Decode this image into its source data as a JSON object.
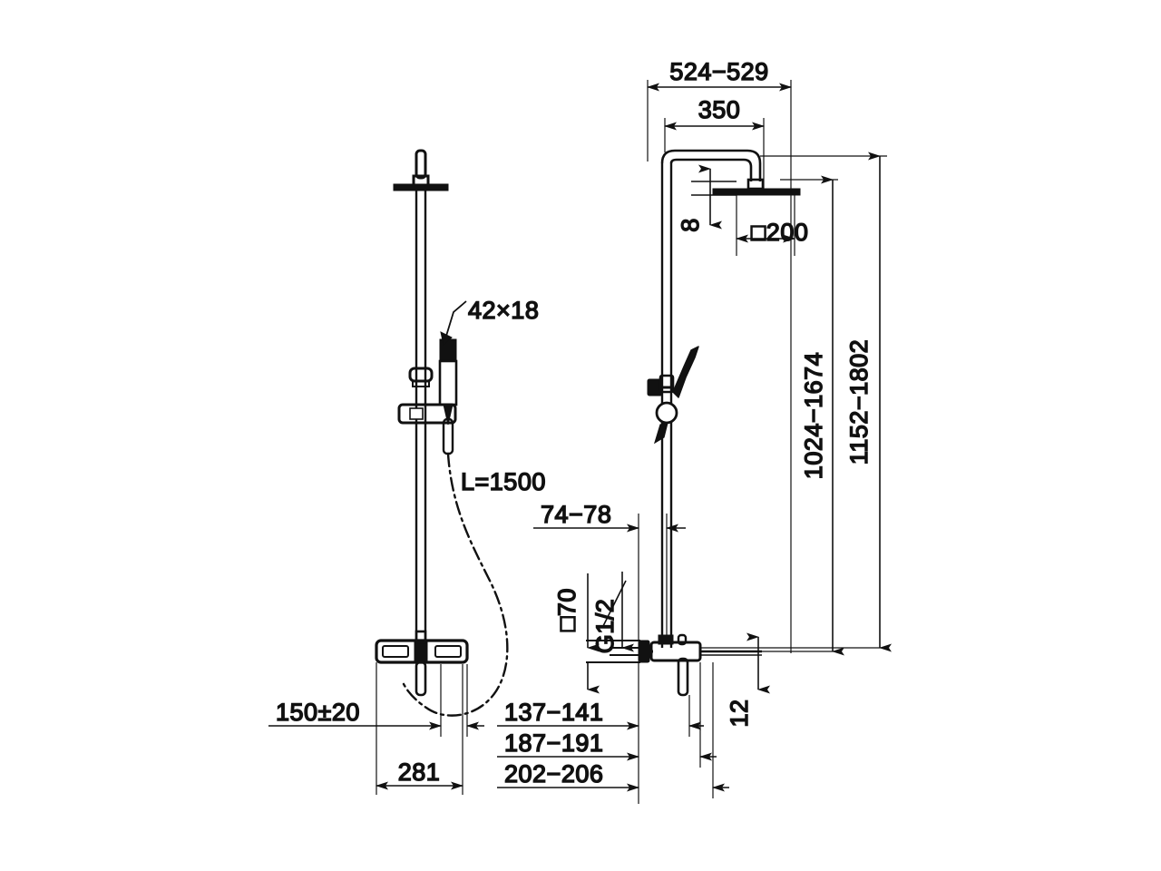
{
  "drawing": {
    "type": "technical-dimension-drawing",
    "subject": "Thermostatic shower column with overhead shower and hand shower",
    "views": [
      {
        "name": "front-elevation",
        "position": "left"
      },
      {
        "name": "side-elevation",
        "position": "right"
      }
    ],
    "background_color": "#ffffff",
    "line_color": "#111111"
  },
  "dimensions": {
    "overall_projection": "524−529",
    "arm_length": "350",
    "head_thickness": "8",
    "head_size": "□200",
    "riser_range_inner": "1024−1674",
    "riser_range_outer": "1152−1802",
    "hand_shower_size": "42×18",
    "hose_length": "L=1500",
    "inlet_centre": "74−78",
    "escutcheon_size": "□70",
    "thread": "G1/2",
    "mount_height": "150±20",
    "valve_width": "281",
    "depth_a": "137−141",
    "depth_b": "187−191",
    "depth_c": "202−206",
    "outlet_drop": "12"
  },
  "labels": [
    {
      "id": "overall-projection",
      "text": "524−529",
      "kind": "linear-horizontal"
    },
    {
      "id": "arm-length",
      "text": "350",
      "kind": "linear-horizontal"
    },
    {
      "id": "head-thickness",
      "text": "8",
      "kind": "linear-vertical"
    },
    {
      "id": "head-size",
      "text": "□200",
      "kind": "square-size"
    },
    {
      "id": "riser-inner",
      "text": "1024−1674",
      "kind": "linear-vertical"
    },
    {
      "id": "riser-outer",
      "text": "1152−1802",
      "kind": "linear-vertical"
    },
    {
      "id": "hand-shower-size",
      "text": "42×18",
      "kind": "leader-note"
    },
    {
      "id": "hose-length",
      "text": "L=1500",
      "kind": "note"
    },
    {
      "id": "inlet-centre",
      "text": "74−78",
      "kind": "linear-horizontal"
    },
    {
      "id": "escutcheon-size",
      "text": "□70",
      "kind": "leader-note"
    },
    {
      "id": "thread-size",
      "text": "G1/2",
      "kind": "leader-note"
    },
    {
      "id": "mount-height",
      "text": "150±20",
      "kind": "linear-horizontal"
    },
    {
      "id": "valve-width",
      "text": "281",
      "kind": "linear-horizontal"
    },
    {
      "id": "depth-a",
      "text": "137−141",
      "kind": "linear-horizontal"
    },
    {
      "id": "depth-b",
      "text": "187−191",
      "kind": "linear-horizontal"
    },
    {
      "id": "depth-c",
      "text": "202−206",
      "kind": "linear-horizontal"
    },
    {
      "id": "outlet-drop",
      "text": "12",
      "kind": "linear-vertical"
    }
  ]
}
